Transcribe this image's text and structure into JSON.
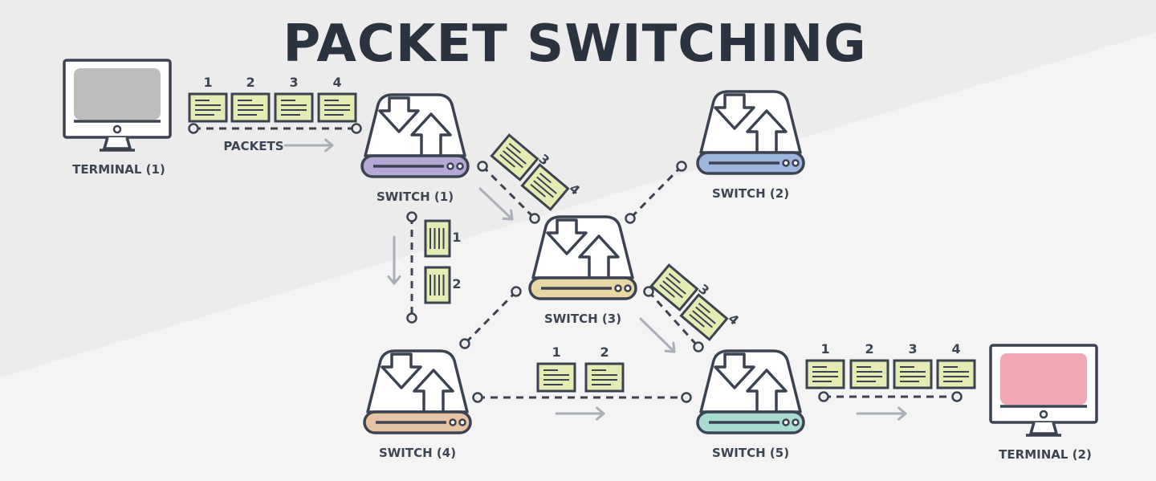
{
  "title": "PACKET SWITCHING",
  "nodes": {
    "terminal1": {
      "label": "TERMINAL (1)",
      "screen_color": "#bdbdbd"
    },
    "terminal2": {
      "label": "TERMINAL (2)",
      "screen_color": "#f2a7b4"
    },
    "switch1": {
      "label": "SWITCH (1)",
      "accent": "#b4a8d6"
    },
    "switch2": {
      "label": "SWITCH (2)",
      "accent": "#9fb6dc"
    },
    "switch3": {
      "label": "SWITCH (3)",
      "accent": "#ead7a6"
    },
    "switch4": {
      "label": "SWITCH (4)",
      "accent": "#e8c3a3"
    },
    "switch5": {
      "label": "SWITCH (5)",
      "accent": "#a8dcd2"
    }
  },
  "packets_label": "PACKETS",
  "packet_groups": {
    "t1_s1": [
      "1",
      "2",
      "3",
      "4"
    ],
    "s1_s3": [
      "3",
      "4"
    ],
    "s1_s4": [
      "1",
      "2"
    ],
    "s3_s5": [
      "3",
      "4"
    ],
    "s4_s5": [
      "1",
      "2"
    ],
    "s5_t2": [
      "1",
      "2",
      "3",
      "4"
    ]
  },
  "colors": {
    "ink": "#3b4250",
    "packet": "#e4ecb4",
    "arrow": "#a9afb8",
    "background": "#ececec"
  }
}
